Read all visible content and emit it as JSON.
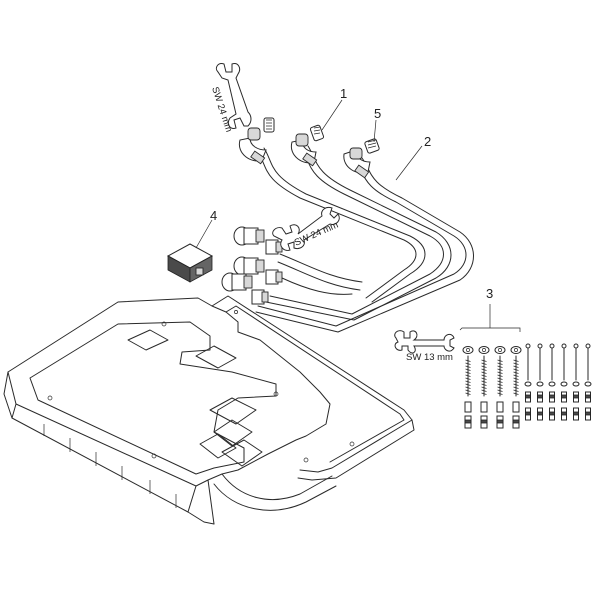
{
  "callouts": [
    {
      "id": "1",
      "text": "1"
    },
    {
      "id": "2",
      "text": "2"
    },
    {
      "id": "3",
      "text": "3"
    },
    {
      "id": "4",
      "text": "4"
    },
    {
      "id": "5",
      "text": "5"
    }
  ],
  "wrench_labels": {
    "hoses_wrench": "SW 24 mm",
    "valves_wrench": "SW 24 mm",
    "fixings_wrench": "SW 13 mm"
  },
  "colors": {
    "line": "#2a2a2a",
    "background": "#ffffff",
    "junction_box": "#4a4a4a"
  }
}
